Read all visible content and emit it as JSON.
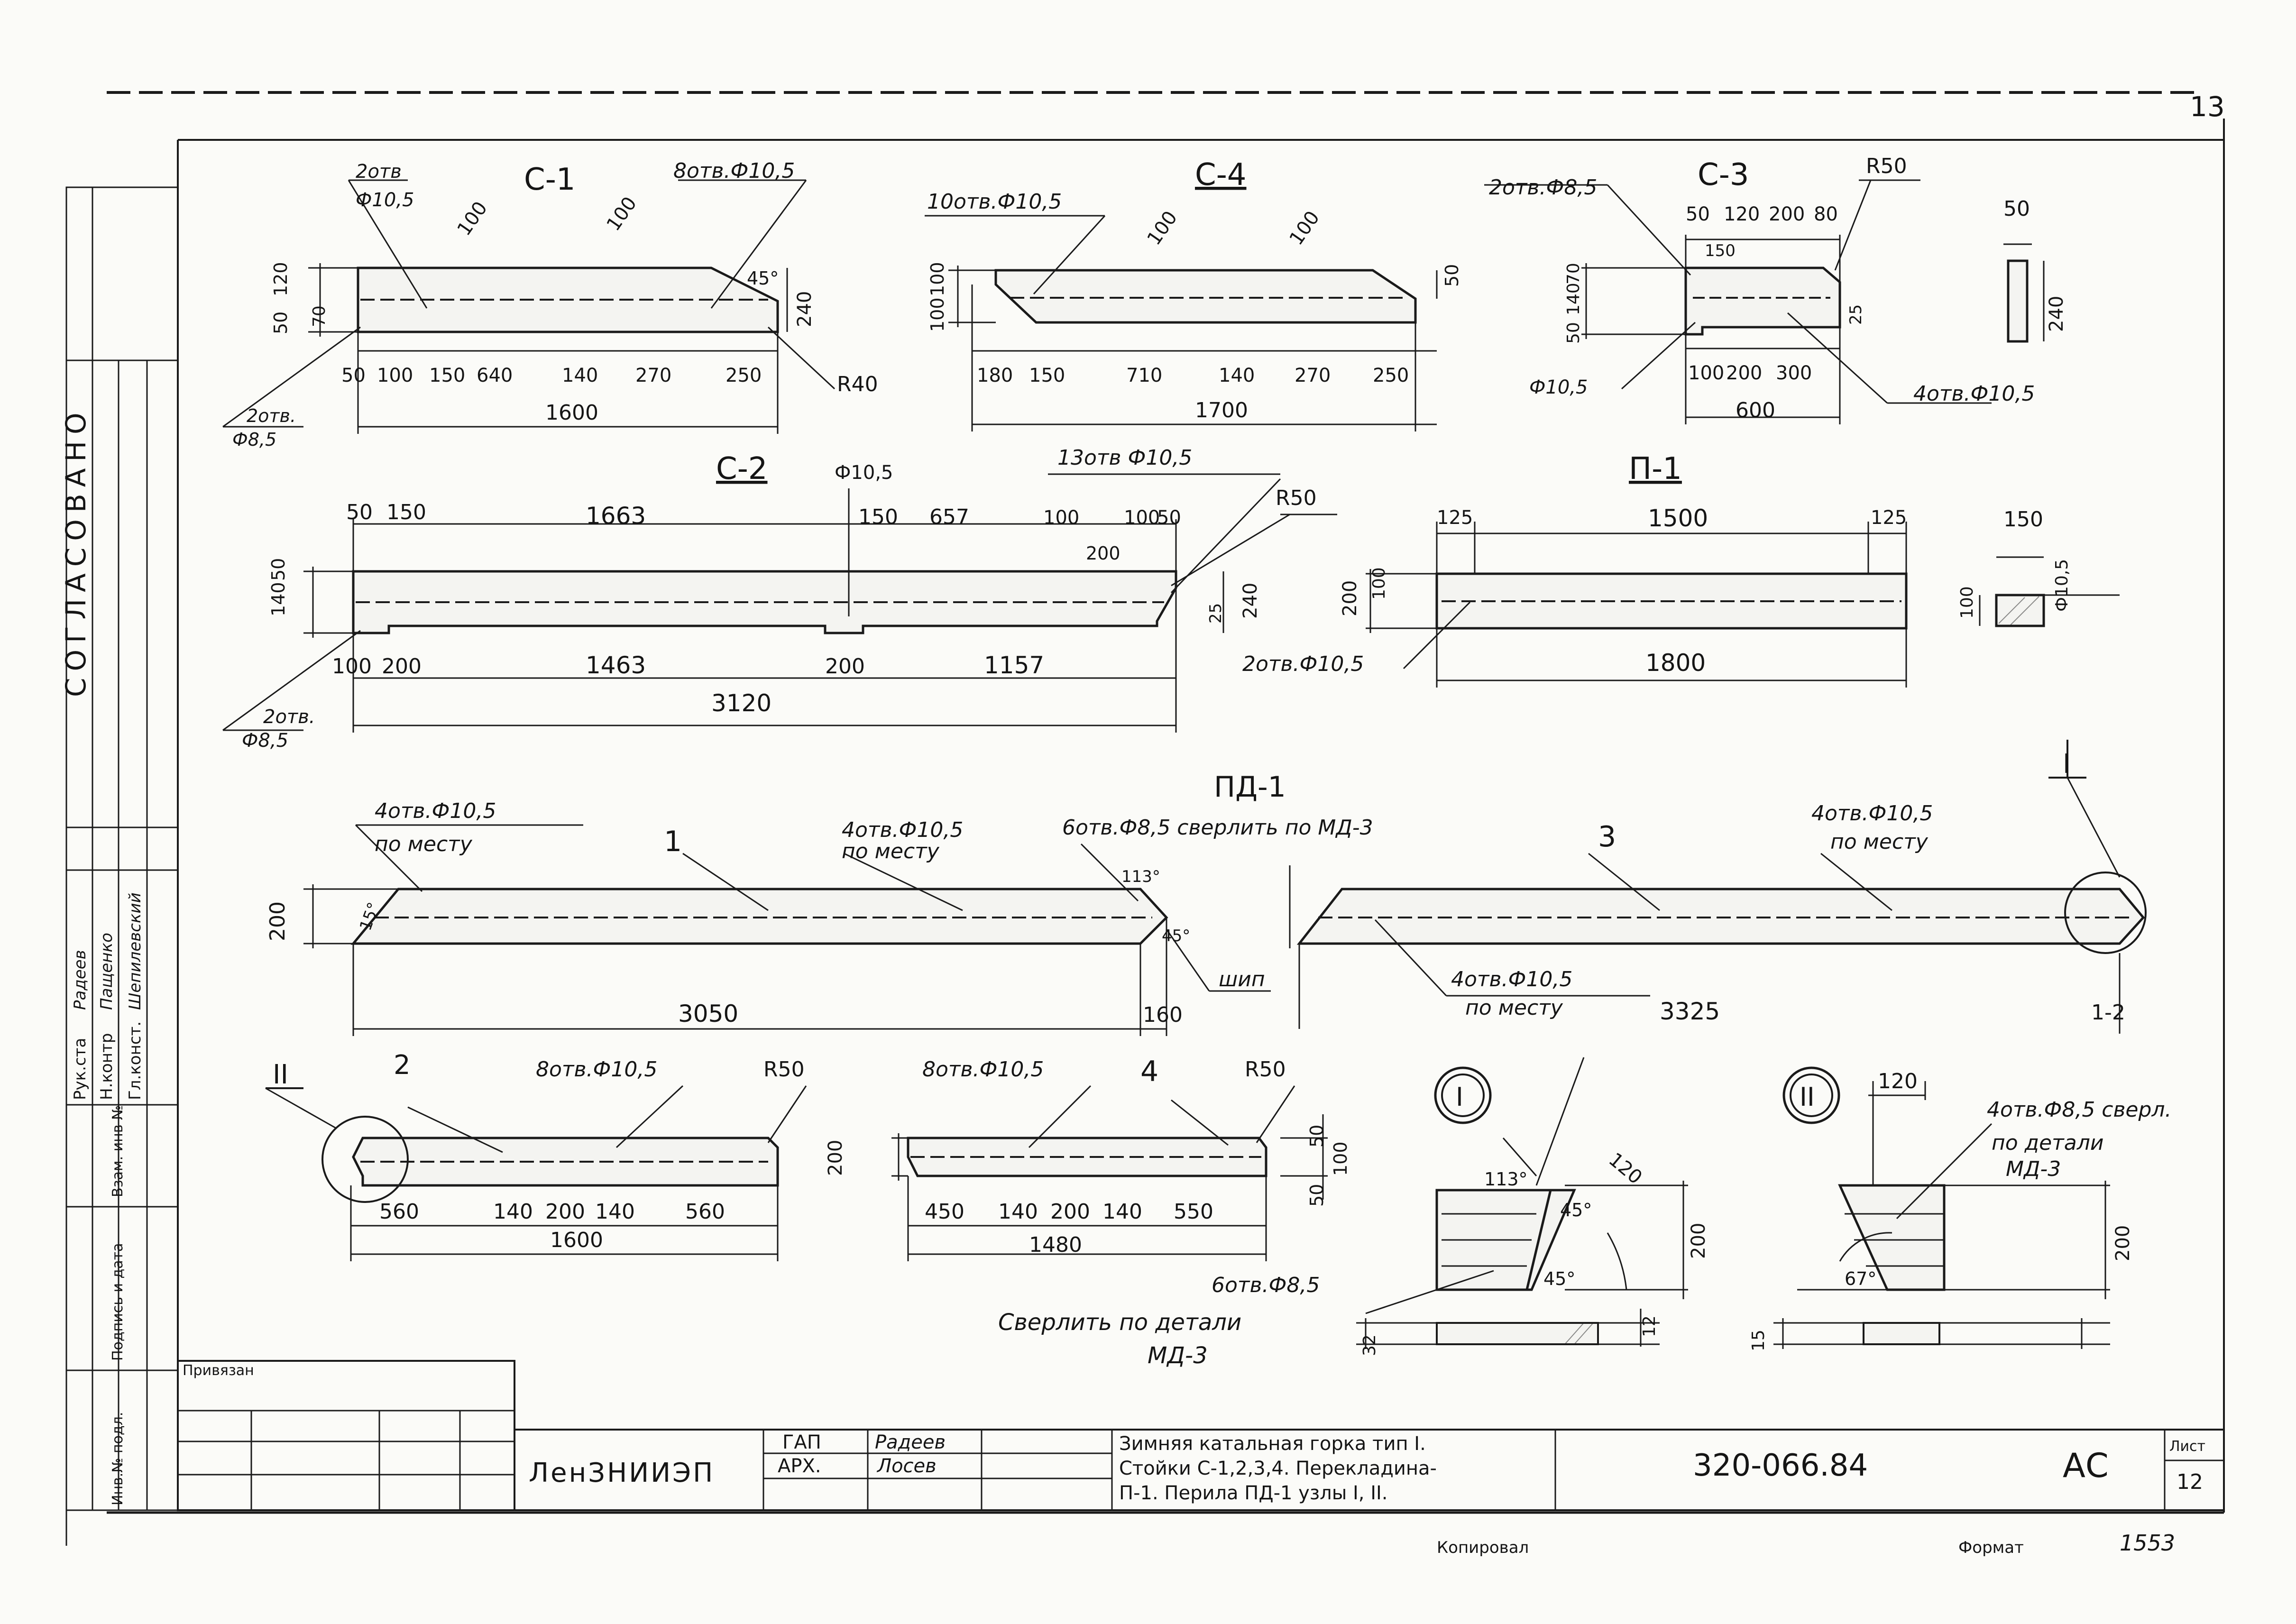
{
  "sheet_number_top": "13",
  "title_block": {
    "org": "ЛенЗНИИЭП",
    "tied_label": "Привязан",
    "roles": [
      "ГАП",
      "АРХ."
    ],
    "names": [
      "Радеев",
      "Лосев"
    ],
    "title_lines": [
      "Зимняя катальная горка тип I.",
      "Стойки С-1,2,3,4. Перекладина-",
      "П-1. Перила ПД-1 узлы I, II."
    ],
    "code": "320-066.84",
    "stage": "АС",
    "sheet_label": "Лист",
    "sheet_no": "12"
  },
  "footer": {
    "copied": "Копировал",
    "format_label": "Формат",
    "format_value": "1553"
  },
  "left_strip": {
    "agreed": "СОГЛАСОВАНО",
    "rows": [
      "Рук.ста",
      "Н.контр",
      "Гл.конст."
    ],
    "names": [
      "Радеев",
      "Пащенко",
      "Шепилевский"
    ],
    "labels": [
      "Взам. инв №",
      "Подпись и дата",
      "Инв.№ подл."
    ]
  },
  "s1": {
    "title": "С-1",
    "holes_a": "2отв",
    "holes_a2": "Ф10,5",
    "holes_b": "8отв.Ф10,5",
    "holes_c": "2отв.",
    "holes_c2": "Ф8,5",
    "d100a": "100",
    "d100b": "100",
    "angle": "45°",
    "v120": "120",
    "v50": "50",
    "v70": "70",
    "v240": "240",
    "chain": [
      "50",
      "100",
      "150",
      "640",
      "140",
      "270",
      "250"
    ],
    "total": "1600",
    "radius": "R40"
  },
  "s4": {
    "title": "С-4",
    "holes": "10отв.Ф10,5",
    "d100a": "100",
    "d100b": "100",
    "v1": "100",
    "v2": "100",
    "v50": "50",
    "chain": [
      "180",
      "150",
      "710",
      "140",
      "270",
      "250"
    ],
    "total": "1700"
  },
  "s3": {
    "title": "С-3",
    "holes_a": "2отв.Ф8,5",
    "radius": "R50",
    "top_chain": [
      "50",
      "120",
      "200",
      "80"
    ],
    "v150": "150",
    "v70": "70",
    "v140": "140",
    "v50": "50",
    "v25": "25",
    "chain": [
      "100",
      "200",
      "300"
    ],
    "total": "600",
    "left_note": "Ф10,5",
    "holes_b": "4отв.Ф10,5",
    "sect_w": "50",
    "sect_h": "240"
  },
  "s2": {
    "title": "С-2",
    "dia": "Ф10,5",
    "holes": "13отв Ф10,5",
    "radius": "R50",
    "top_chain": [
      "50",
      "150",
      "1663",
      "150",
      "657",
      "100",
      "100",
      "50"
    ],
    "v200": "200",
    "v140": "140",
    "v50": "50",
    "v240": "240",
    "v25": "25",
    "chain": [
      "100",
      "200",
      "1463",
      "200",
      "1157"
    ],
    "total": "3120",
    "holes_b": "2отв.",
    "holes_b2": "Ф8,5"
  },
  "p1": {
    "title": "П-1",
    "top_chain": [
      "125",
      "1500",
      "125"
    ],
    "v200": "200",
    "v100": "100",
    "holes": "2отв.Ф10,5",
    "total": "1800",
    "sect_w": "150",
    "sect_dia": "Ф10,5",
    "sect_h": "100"
  },
  "pd": {
    "title": "ПД-1",
    "mark_node1": "I",
    "p1_label": "1",
    "p1_holes_a": "4отв.Ф10,5",
    "p1_place_a": "по месту",
    "p1_holes_b": "4отв.Ф10,5",
    "p1_place_b": "по месту",
    "p1_holes_c": "6отв.Ф8,5 сверлить по МД-3",
    "angle15": "15°",
    "angle113": "113°",
    "angle45": "45°",
    "v200": "200",
    "total": "3050",
    "d160": "160",
    "spike": "шип",
    "p3_label": "3",
    "p3_holes_a": "4отв.Ф10,5",
    "p3_place_a": "по месту",
    "p3_holes_b": "4отв.Ф10,5",
    "p3_place_b": "по месту",
    "p3_total": "3325",
    "cut": "1-2"
  },
  "rail2": {
    "mark": "II",
    "label": "2",
    "holes": "8отв.Ф10,5",
    "radius": "R50",
    "chain": [
      "560",
      "140",
      "200",
      "140",
      "560"
    ],
    "total": "1600"
  },
  "rail4": {
    "label": "4",
    "holes": "8отв.Ф10,5",
    "radius": "R50",
    "v200": "200",
    "chain": [
      "450",
      "140",
      "200",
      "140",
      "550"
    ],
    "total": "1480",
    "v50a": "50",
    "v100": "100",
    "v50b": "50"
  },
  "node1": {
    "mark": "I",
    "angle113": "113°",
    "d120": "120",
    "angle45a": "45°",
    "angle45b": "45°",
    "v200": "200",
    "v12": "12",
    "v32": "32",
    "holes": "6отв.Ф8,5",
    "note1": "Сверлить по детали",
    "note2": "МД-3"
  },
  "node2": {
    "mark": "II",
    "d120": "120",
    "holes": "4отв.Ф8,5 сверл.",
    "note1": "по детали",
    "note2": "МД-3",
    "v200": "200",
    "angle67": "67°",
    "v15": "15"
  }
}
